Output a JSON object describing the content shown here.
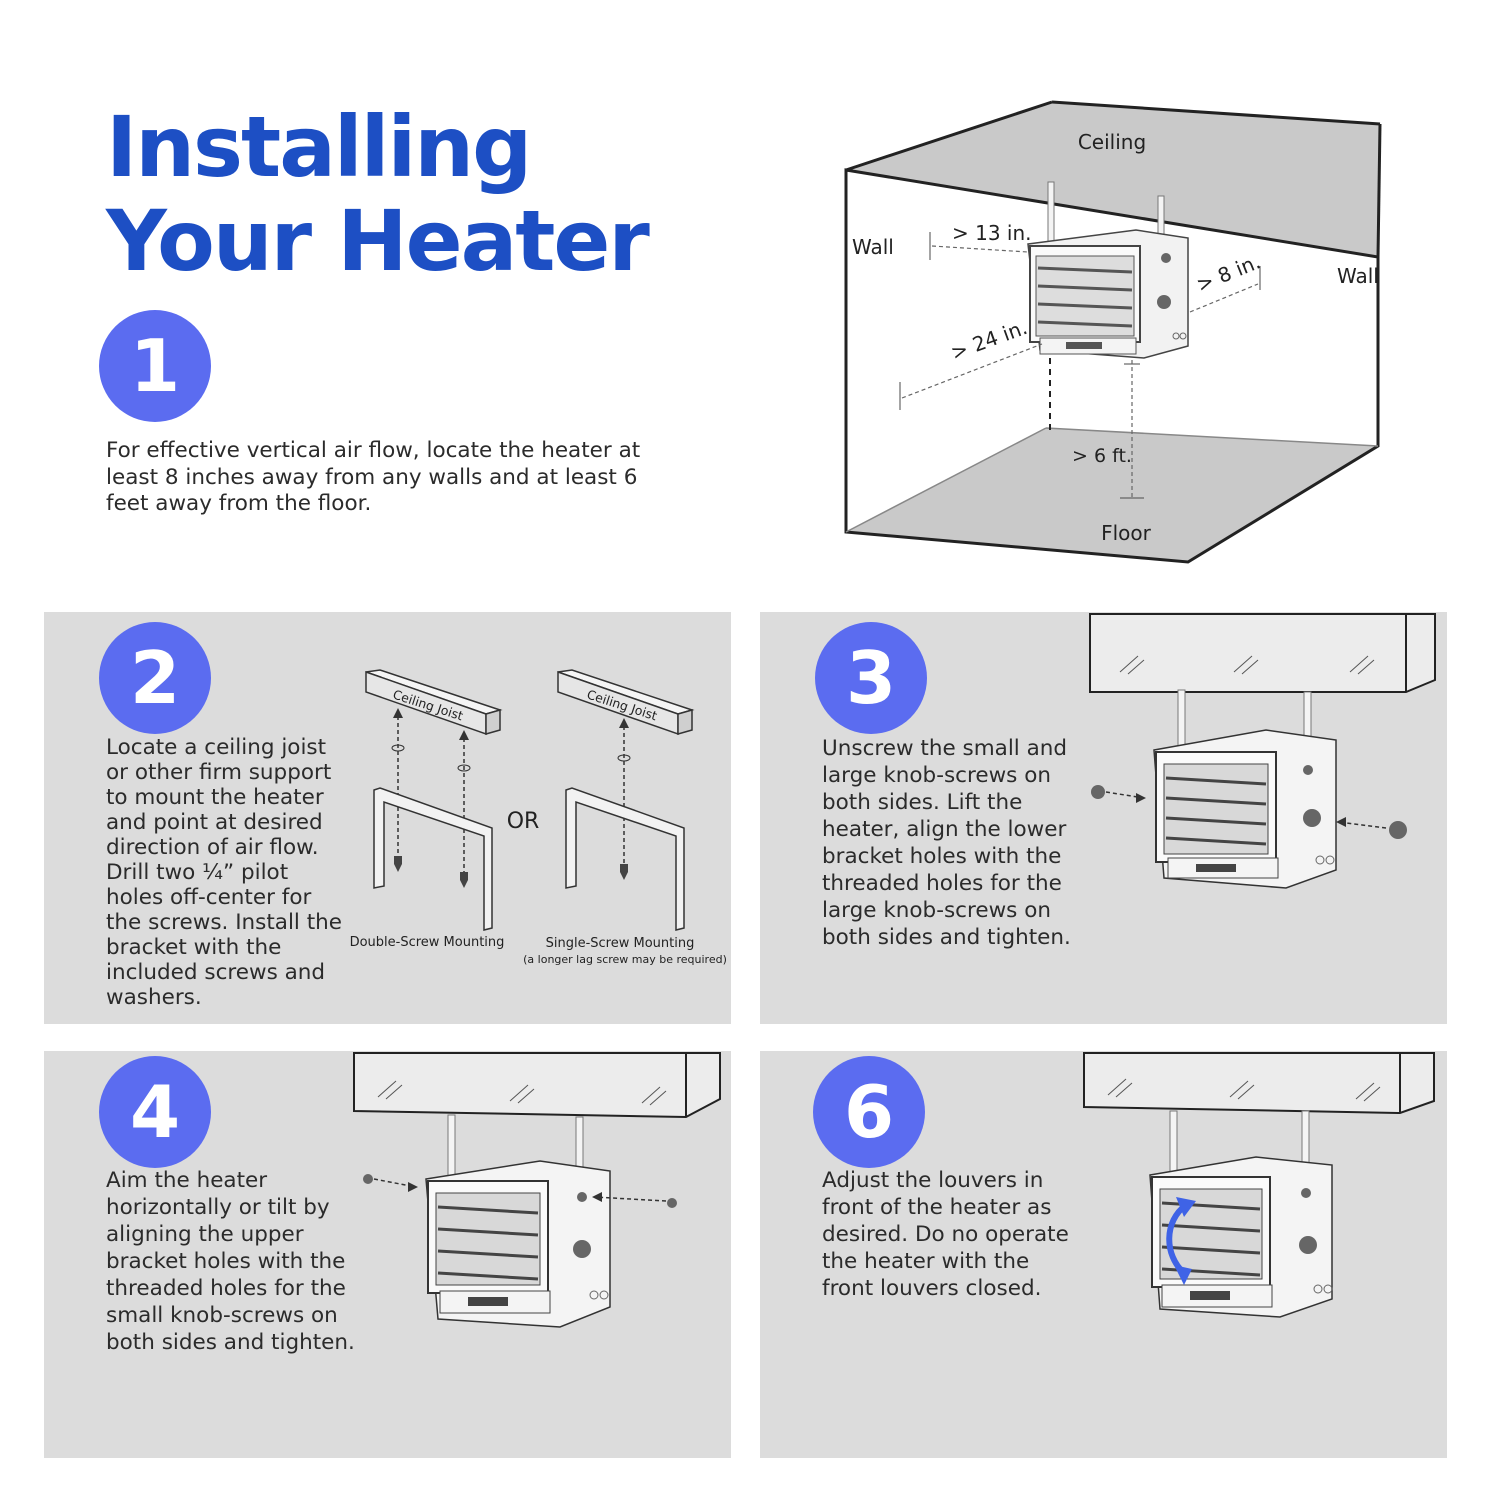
{
  "title": {
    "line1": "Installing",
    "line2": "Your Heater"
  },
  "colors": {
    "title_blue": "#1d4fc4",
    "badge_blue": "#5b6cf0",
    "panel_gray": "#dcdcdc"
  },
  "steps": [
    {
      "number": "1",
      "text": "For effective vertical air flow, locate the heater at least 8 inches away from any walls and at least 6 feet away from the floor."
    },
    {
      "number": "2",
      "text": "Locate a ceiling joist or other firm support to mount the heater and point at desired direction of air flow. Drill two ¼” pilot holes off-center for the screws. Install the bracket with the included screws and washers."
    },
    {
      "number": "3",
      "text": "Unscrew the small and large knob-screws on both sides. Lift the heater, align the lower bracket holes with the threaded holes for the large knob-screws on both sides and tighten."
    },
    {
      "number": "4",
      "text": "Aim the heater horizontally or tilt by aligning the upper bracket holes with the threaded holes for the small knob-screws on both sides and tighten."
    },
    {
      "number": "6",
      "text": "Adjust the louvers in front of the heater as desired. Do no operate the heater with the front louvers closed."
    }
  ],
  "room_diagram": {
    "ceiling": "Ceiling",
    "wall_left": "Wall",
    "wall_right": "Wall",
    "floor": "Floor",
    "dim_13": "> 13 in.",
    "dim_8": "> 8 in.",
    "dim_24": "> 24 in.",
    "dim_6ft": "> 6 ft."
  },
  "mounting_diagram": {
    "joist_label": "Ceiling Joist",
    "or_label": "OR",
    "double_caption": "Double-Screw Mounting",
    "single_caption": "Single-Screw Mounting",
    "single_note": "(a longer lag screw may be required)"
  }
}
